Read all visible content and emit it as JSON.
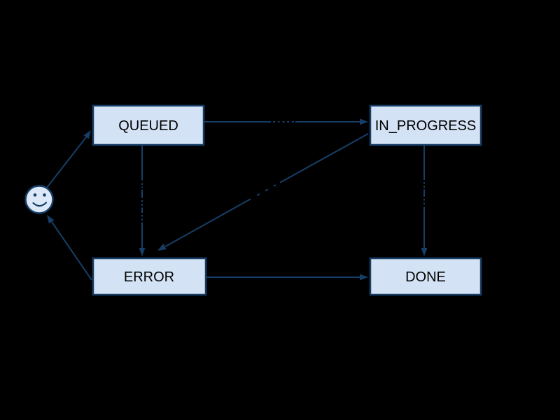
{
  "diagram": {
    "type": "state-diagram",
    "background_color": "#000000",
    "node_fill_color": "#d3e2f4",
    "node_border_color": "#173e67",
    "edge_color": "#173e67",
    "node_text_color": "#000000",
    "nodes": [
      {
        "id": "start",
        "shape": "smiley-face",
        "label": ""
      },
      {
        "id": "queued",
        "shape": "box",
        "label": "QUEUED"
      },
      {
        "id": "in_progress",
        "shape": "box",
        "label": "IN_PROGRESS"
      },
      {
        "id": "error",
        "shape": "box",
        "label": "ERROR"
      },
      {
        "id": "done",
        "shape": "box",
        "label": "DONE"
      }
    ],
    "edges": [
      {
        "from": "start",
        "to": "queued",
        "has_label_artifact": false
      },
      {
        "from": "queued",
        "to": "in_progress",
        "has_label_artifact": true
      },
      {
        "from": "queued",
        "to": "error",
        "has_label_artifact": true
      },
      {
        "from": "in_progress",
        "to": "error",
        "has_label_artifact": true
      },
      {
        "from": "in_progress",
        "to": "done",
        "has_label_artifact": true
      },
      {
        "from": "error",
        "to": "done",
        "has_label_artifact": false
      },
      {
        "from": "error",
        "to": "start",
        "has_label_artifact": false
      }
    ]
  }
}
